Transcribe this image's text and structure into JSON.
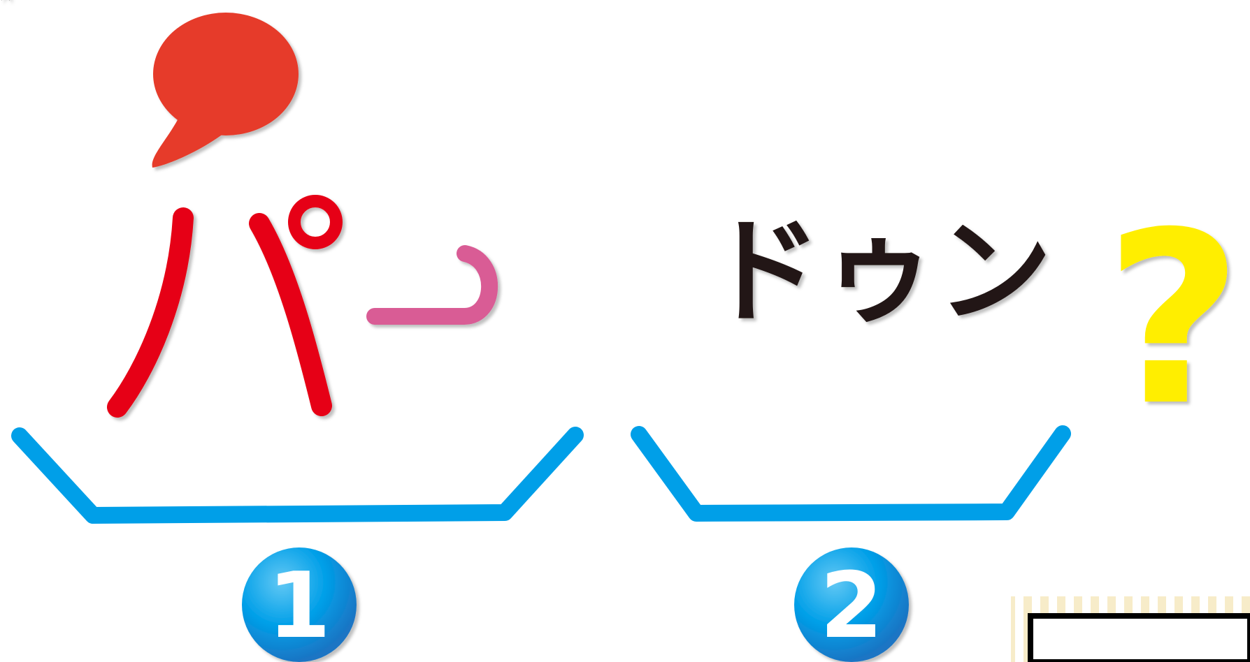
{
  "title_parts": {
    "pa": "パ",
    "dash": "ー",
    "doun": "ドゥン",
    "question": "?"
  },
  "badges": {
    "one": "1",
    "two": "2"
  },
  "colors": {
    "speech_bubble": "#e63b2a",
    "red_text": "#e60012",
    "pink_text": "#d95b95",
    "black_text": "#231815",
    "yellow": "#ffee00",
    "blue": "#009fe8",
    "cream": "#f8efcf"
  },
  "icons": {
    "speech": "speech-bubble-icon",
    "question": "question-mark-icon",
    "bracket": "bracket-shape"
  }
}
